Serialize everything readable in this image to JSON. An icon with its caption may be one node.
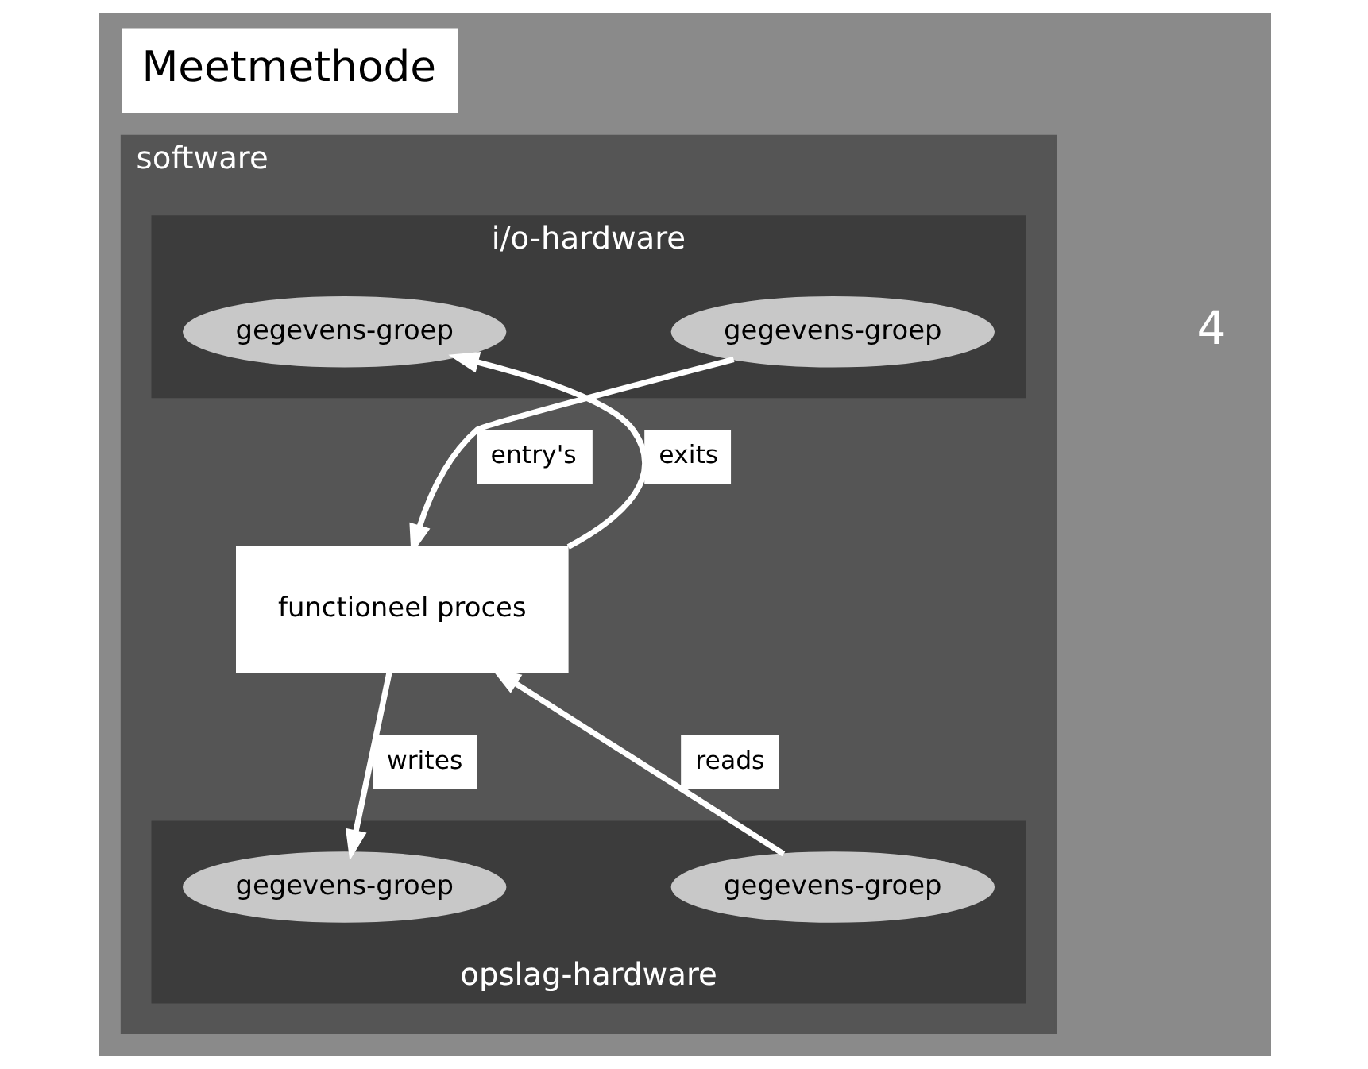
{
  "diagram": {
    "title": "Meetmethode",
    "nodes": [
      {
        "text": [
          "software"
        ]
      },
      {
        "text": [
          "i/o-hardware"
        ],
        "in": 0
      },
      {
        "text": [
          "gegevens-groep"
        ],
        "in": 1
      },
      {
        "text": [
          "gegevens-groep"
        ],
        "in": 1
      },
      {
        "text": [
          "functioneel proces"
        ],
        "in": 0
      },
      {
        "text": [
          "opslag-hardware"
        ],
        "in": 0
      },
      {
        "text": [
          "gegevens-groep"
        ],
        "in": 5
      },
      {
        "text": [
          "gegevens-groep"
        ],
        "in": 5
      }
    ],
    "edges": [
      {
        "from": 2,
        "to": 4,
        "arrow": "to",
        "label": "entry's"
      },
      {
        "from": 4,
        "to": 3,
        "arrow": "to",
        "label": "exits"
      },
      {
        "from": 6,
        "to": 4,
        "arrow": "to",
        "label": "reads"
      },
      {
        "from": 4,
        "to": 7,
        "arrow": "to",
        "label": "writes"
      }
    ],
    "labels": [
      "4"
    ]
  }
}
